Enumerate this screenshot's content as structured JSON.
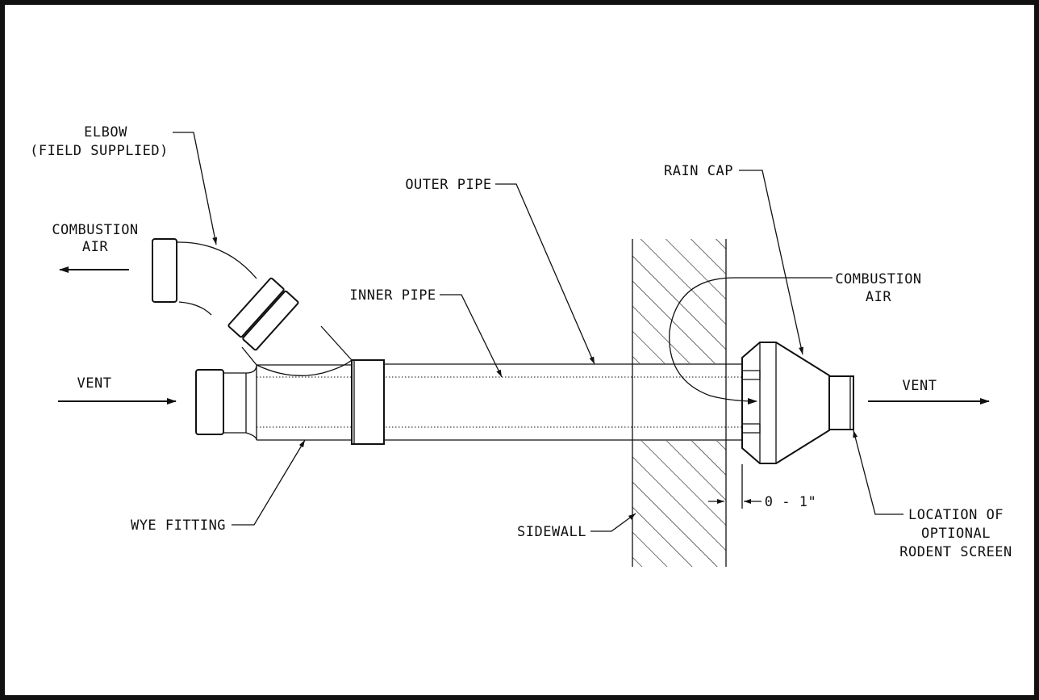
{
  "labels": {
    "elbow": "ELBOW",
    "elbow_sub": "(FIELD SUPPLIED)",
    "combustion_air_left_1": "COMBUSTION",
    "combustion_air_left_2": "AIR",
    "vent_left": "VENT",
    "outer_pipe": "OUTER PIPE",
    "inner_pipe": "INNER PIPE",
    "rain_cap": "RAIN CAP",
    "combustion_air_right_1": "COMBUSTION",
    "combustion_air_right_2": "AIR",
    "vent_right": "VENT",
    "wye_fitting": "WYE FITTING",
    "sidewall": "SIDEWALL",
    "clearance": "0 - 1\"",
    "rodent_1": "LOCATION OF",
    "rodent_2": "OPTIONAL",
    "rodent_3": "RODENT SCREEN"
  },
  "colors": {
    "line": "#111111",
    "background": "#ffffff"
  }
}
